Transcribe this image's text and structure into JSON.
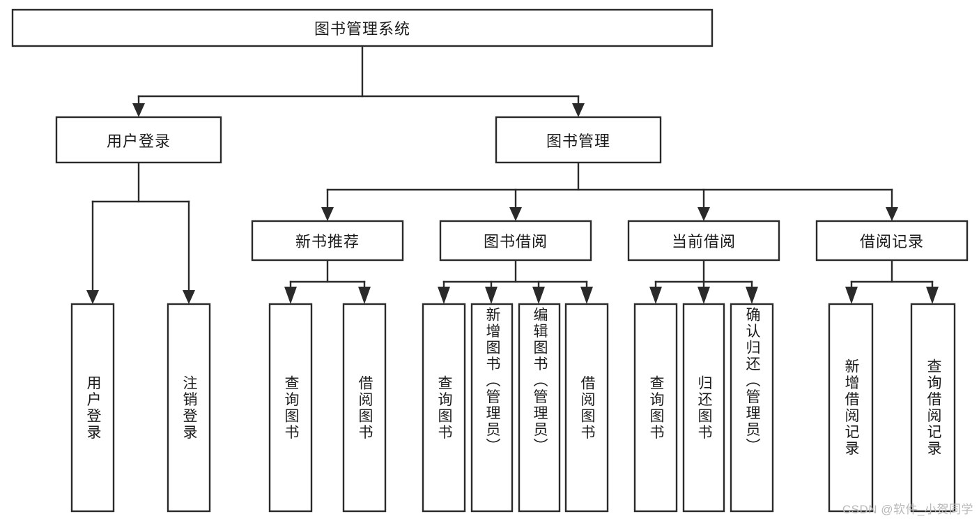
{
  "diagram": {
    "type": "tree",
    "title": "图书管理系统",
    "orientation": "top-down",
    "colors": {
      "box_fill": "#ffffff",
      "box_stroke": "#2a2a2a",
      "connector": "#2a2a2a",
      "text": "#1b1b1b",
      "watermark": "#b9b9b9",
      "background": "#ffffff"
    },
    "root": {
      "id": "root",
      "label": "图书管理系统",
      "orientation": "horizontal"
    },
    "level2": [
      {
        "id": "user-login",
        "label": "用户登录",
        "orientation": "horizontal"
      },
      {
        "id": "book-management",
        "label": "图书管理",
        "orientation": "horizontal"
      }
    ],
    "level3": [
      {
        "id": "new-book-recommend",
        "label": "新书推荐",
        "orientation": "horizontal",
        "parent": "book-management"
      },
      {
        "id": "book-borrow",
        "label": "图书借阅",
        "orientation": "horizontal",
        "parent": "book-management"
      },
      {
        "id": "current-borrow",
        "label": "当前借阅",
        "orientation": "horizontal",
        "parent": "book-management"
      },
      {
        "id": "borrow-record",
        "label": "借阅记录",
        "orientation": "horizontal",
        "parent": "book-management"
      }
    ],
    "leaves": [
      {
        "id": "leaf-user-login",
        "label": "用户登录",
        "orientation": "vertical",
        "parent": "user-login"
      },
      {
        "id": "leaf-user-logout",
        "label": "注销登录",
        "orientation": "vertical",
        "parent": "user-login"
      },
      {
        "id": "leaf-query-book-1",
        "label": "查询图书",
        "orientation": "vertical",
        "parent": "new-book-recommend"
      },
      {
        "id": "leaf-borrow-book-1",
        "label": "借阅图书",
        "orientation": "vertical",
        "parent": "new-book-recommend"
      },
      {
        "id": "leaf-query-book-2",
        "label": "查询图书",
        "orientation": "vertical",
        "parent": "book-borrow"
      },
      {
        "id": "leaf-add-book",
        "label": "新增图书（管理员）",
        "orientation": "vertical",
        "parent": "book-borrow"
      },
      {
        "id": "leaf-edit-book",
        "label": "编辑图书（管理员）",
        "orientation": "vertical",
        "parent": "book-borrow"
      },
      {
        "id": "leaf-borrow-book-2",
        "label": "借阅图书",
        "orientation": "vertical",
        "parent": "book-borrow"
      },
      {
        "id": "leaf-query-book-3",
        "label": "查询图书",
        "orientation": "vertical",
        "parent": "current-borrow"
      },
      {
        "id": "leaf-return-book",
        "label": "归还图书",
        "orientation": "vertical",
        "parent": "current-borrow"
      },
      {
        "id": "leaf-confirm-return",
        "label": "确认归还（管理员）",
        "orientation": "vertical",
        "parent": "current-borrow"
      },
      {
        "id": "leaf-add-record",
        "label": "新增借阅记录",
        "orientation": "vertical",
        "parent": "borrow-record"
      },
      {
        "id": "leaf-query-record",
        "label": "查询借阅记录",
        "orientation": "vertical",
        "parent": "borrow-record"
      }
    ]
  },
  "watermark": {
    "text": "CSDN @软件_小贺同学"
  }
}
